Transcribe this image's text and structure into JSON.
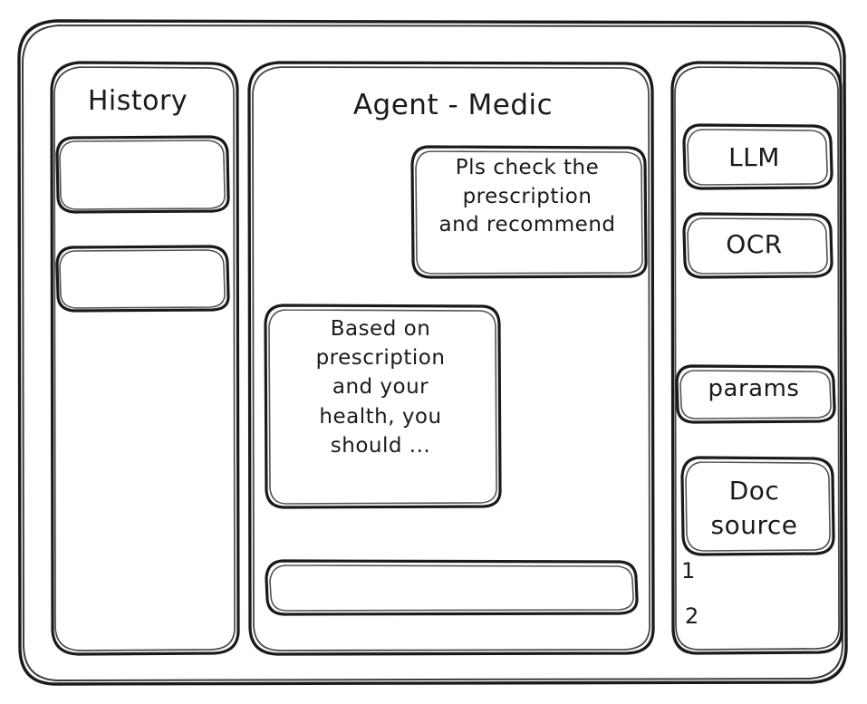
{
  "window": {
    "name": "app-window-frame"
  },
  "sidebar_left": {
    "title": "History",
    "items": [
      {
        "label": ""
      },
      {
        "label": ""
      }
    ]
  },
  "main": {
    "title": "Agent - Medic",
    "messages": [
      {
        "role": "user",
        "text": "Pls check the\nprescription\nand recommend"
      },
      {
        "role": "assistant",
        "text": "Based on\nprescription\nand your\nhealth, you\nshould ..."
      }
    ],
    "composer": {
      "value": "",
      "placeholder": ""
    }
  },
  "sidebar_right": {
    "tools": [
      {
        "label": "LLM"
      },
      {
        "label": "OCR"
      }
    ],
    "params": {
      "label": "params"
    },
    "doc_source": {
      "label": "Doc\nsource",
      "items": [
        "1",
        "2"
      ]
    }
  },
  "style": {
    "stroke": "#1a1a1a",
    "background": "#ffffff"
  }
}
